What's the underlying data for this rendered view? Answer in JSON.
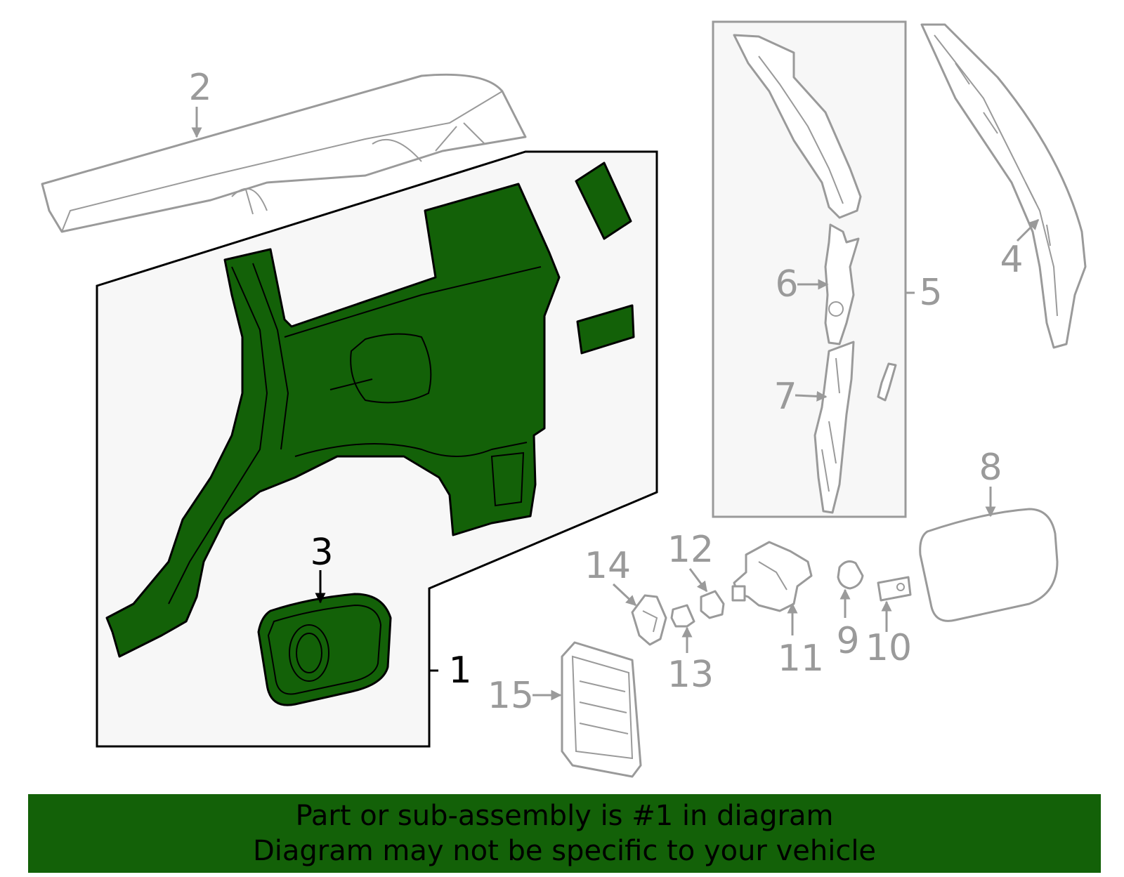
{
  "diagram": {
    "callouts": {
      "c1": "1",
      "c2": "2",
      "c3": "3",
      "c4": "4",
      "c5": "5",
      "c6": "6",
      "c7": "7",
      "c8": "8",
      "c9": "9",
      "c10": "10",
      "c11": "11",
      "c12": "12",
      "c13": "13",
      "c14": "14",
      "c15": "15"
    },
    "highlighted_part": "1",
    "colors": {
      "highlight": "#136108",
      "line_gray": "#9a9a9a",
      "panel_background": "#f7f7f7"
    }
  },
  "banner": {
    "line1": "Part or sub-assembly is #1 in diagram",
    "line2": "Diagram may not be specific to your vehicle"
  }
}
